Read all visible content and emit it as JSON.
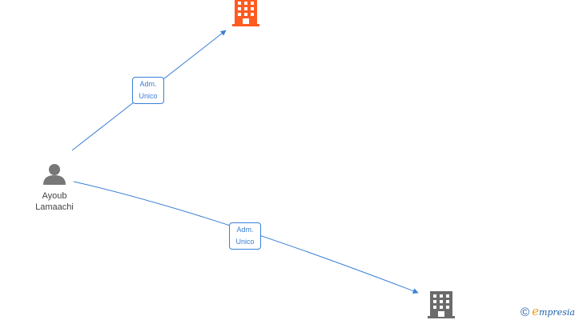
{
  "person": {
    "icon": "person-icon",
    "name_line1": "Ayoub",
    "name_line2": "Lamaachi"
  },
  "companies": [
    {
      "icon": "building-icon",
      "color": "#ff5a1f"
    },
    {
      "icon": "building-icon",
      "color": "#6b6b6b"
    }
  ],
  "relations": [
    {
      "line1": "Adm.",
      "line2": "Unico",
      "color": "#3a7fd5"
    },
    {
      "line1": "Adm.",
      "line2": "Unico",
      "color": "#3a7fd5"
    }
  ],
  "watermark": {
    "copyright_symbol": "©",
    "brand_first": "e",
    "brand_rest": "mpresia"
  }
}
